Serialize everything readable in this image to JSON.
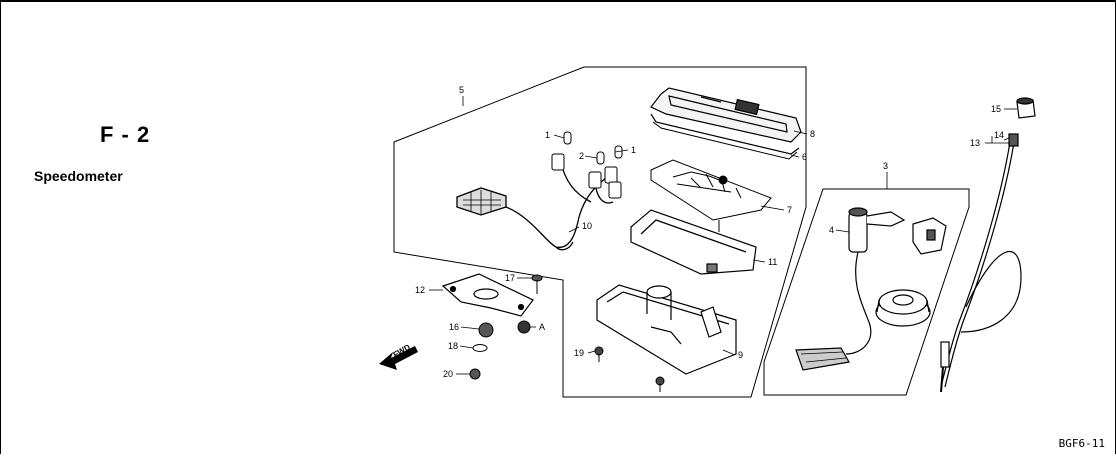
{
  "header": {
    "section_code": "F - 2",
    "title": "Speedometer"
  },
  "footer": {
    "reference": "BGF6-11"
  },
  "diagram": {
    "callouts": [
      {
        "id": "c1a",
        "label": "1"
      },
      {
        "id": "c1b",
        "label": "1"
      },
      {
        "id": "c2",
        "label": "2"
      },
      {
        "id": "c3",
        "label": "3"
      },
      {
        "id": "c4",
        "label": "4"
      },
      {
        "id": "c5",
        "label": "5"
      },
      {
        "id": "c6",
        "label": "6"
      },
      {
        "id": "c7",
        "label": "7"
      },
      {
        "id": "c8",
        "label": "8"
      },
      {
        "id": "c9",
        "label": "9"
      },
      {
        "id": "c10",
        "label": "10"
      },
      {
        "id": "c11",
        "label": "11"
      },
      {
        "id": "c12",
        "label": "12"
      },
      {
        "id": "c13",
        "label": "13"
      },
      {
        "id": "c14",
        "label": "14"
      },
      {
        "id": "c15",
        "label": "15"
      },
      {
        "id": "c16",
        "label": "16"
      },
      {
        "id": "c17",
        "label": "17"
      },
      {
        "id": "c18",
        "label": "18"
      },
      {
        "id": "c19",
        "label": "19"
      },
      {
        "id": "c20",
        "label": "20"
      },
      {
        "id": "cA",
        "label": "A"
      }
    ],
    "fwd_label": "FWD"
  }
}
